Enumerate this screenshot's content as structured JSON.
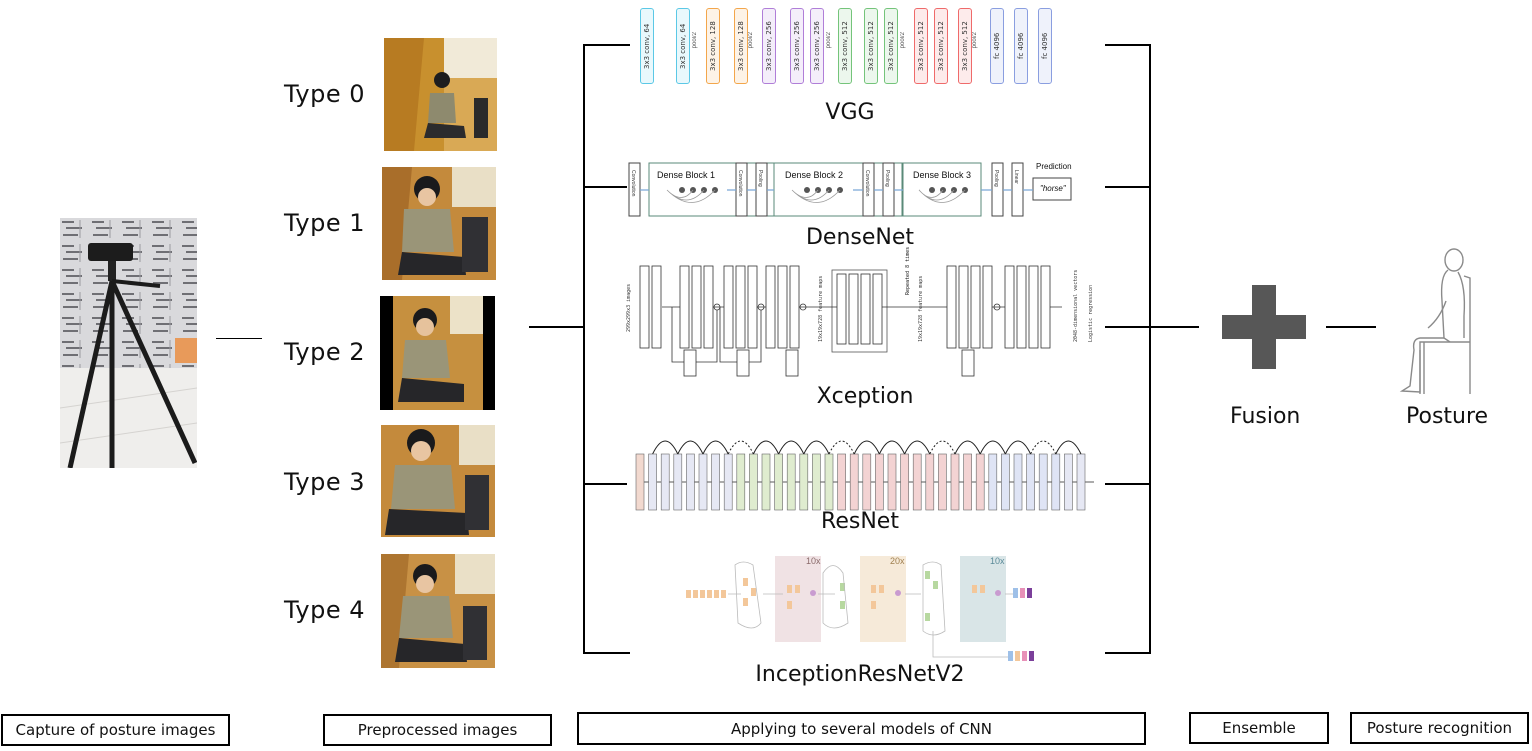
{
  "types": [
    "Type 0",
    "Type 1",
    "Type 2",
    "Type 3",
    "Type 4"
  ],
  "models": [
    "VGG",
    "DenseNet",
    "Xception",
    "ResNet",
    "InceptionResNetV2"
  ],
  "fusion_label": "Fusion",
  "posture_label": "Posture",
  "stages": {
    "capture": "Capture of posture images",
    "preprocessed": "Preprocessed images",
    "applying": "Applying to several models of CNN",
    "ensemble": "Ensemble",
    "recognition": "Posture recognition"
  },
  "densenet": {
    "blocks": [
      "Dense Block 1",
      "Dense Block 2",
      "Dense Block 3"
    ],
    "prediction_title": "Prediction",
    "prediction_value": "\"horse\"",
    "small_labels": [
      "Convolution",
      "Convolution",
      "Pooling",
      "Convolution",
      "Pooling",
      "Pooling",
      "Linear"
    ]
  },
  "vgg_blocks": [
    {
      "label": "3x3 conv, 64",
      "color": "#5bc8e6"
    },
    {
      "label": "3x3 conv, 64",
      "color": "#5bc8e6"
    },
    {
      "label": "3x3 conv, 128",
      "color": "#f3a64b"
    },
    {
      "label": "3x3 conv, 128",
      "color": "#f3a64b"
    },
    {
      "label": "3x3 conv, 256",
      "color": "#b07ed8"
    },
    {
      "label": "3x3 conv, 256",
      "color": "#b07ed8"
    },
    {
      "label": "3x3 conv, 256",
      "color": "#b07ed8"
    },
    {
      "label": "3x3 conv, 512",
      "color": "#74c47a"
    },
    {
      "label": "3x3 conv, 512",
      "color": "#74c47a"
    },
    {
      "label": "3x3 conv, 512",
      "color": "#74c47a"
    },
    {
      "label": "3x3 conv, 512",
      "color": "#ef6a6a"
    },
    {
      "label": "3x3 conv, 512",
      "color": "#ef6a6a"
    },
    {
      "label": "3x3 conv, 512",
      "color": "#ef6a6a"
    },
    {
      "label": "fc 4096",
      "color": "#8a9ee0"
    },
    {
      "label": "fc 4096",
      "color": "#8a9ee0"
    },
    {
      "label": "fc 4096",
      "color": "#8a9ee0"
    }
  ],
  "vgg_pool_label": "pool/2",
  "xception_repeat_label": "Repeated 8 times",
  "inception_multipliers": [
    "10x",
    "20x",
    "10x"
  ]
}
